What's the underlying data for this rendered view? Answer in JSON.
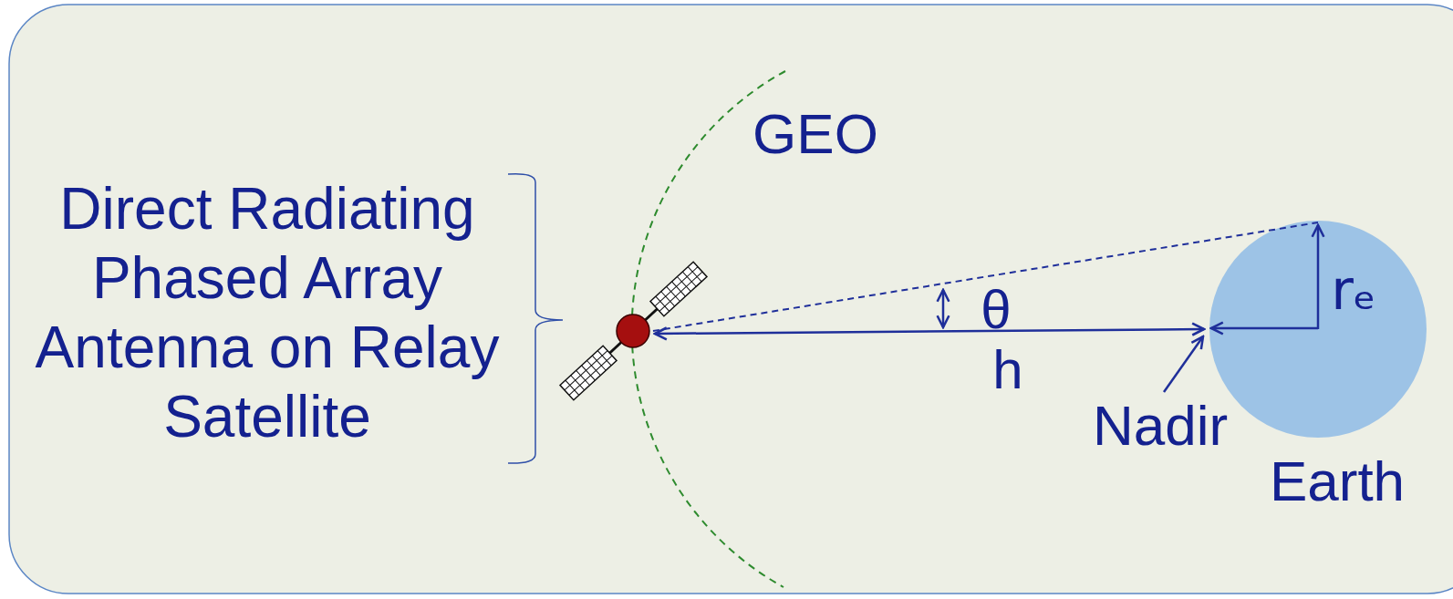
{
  "diagram": {
    "labels": [
      "Direct Radiating Phased Array Antenna on Relay Satellite",
      "GEO",
      "θ",
      "h",
      "Nadir",
      "rₑ",
      "Earth"
    ]
  }
}
